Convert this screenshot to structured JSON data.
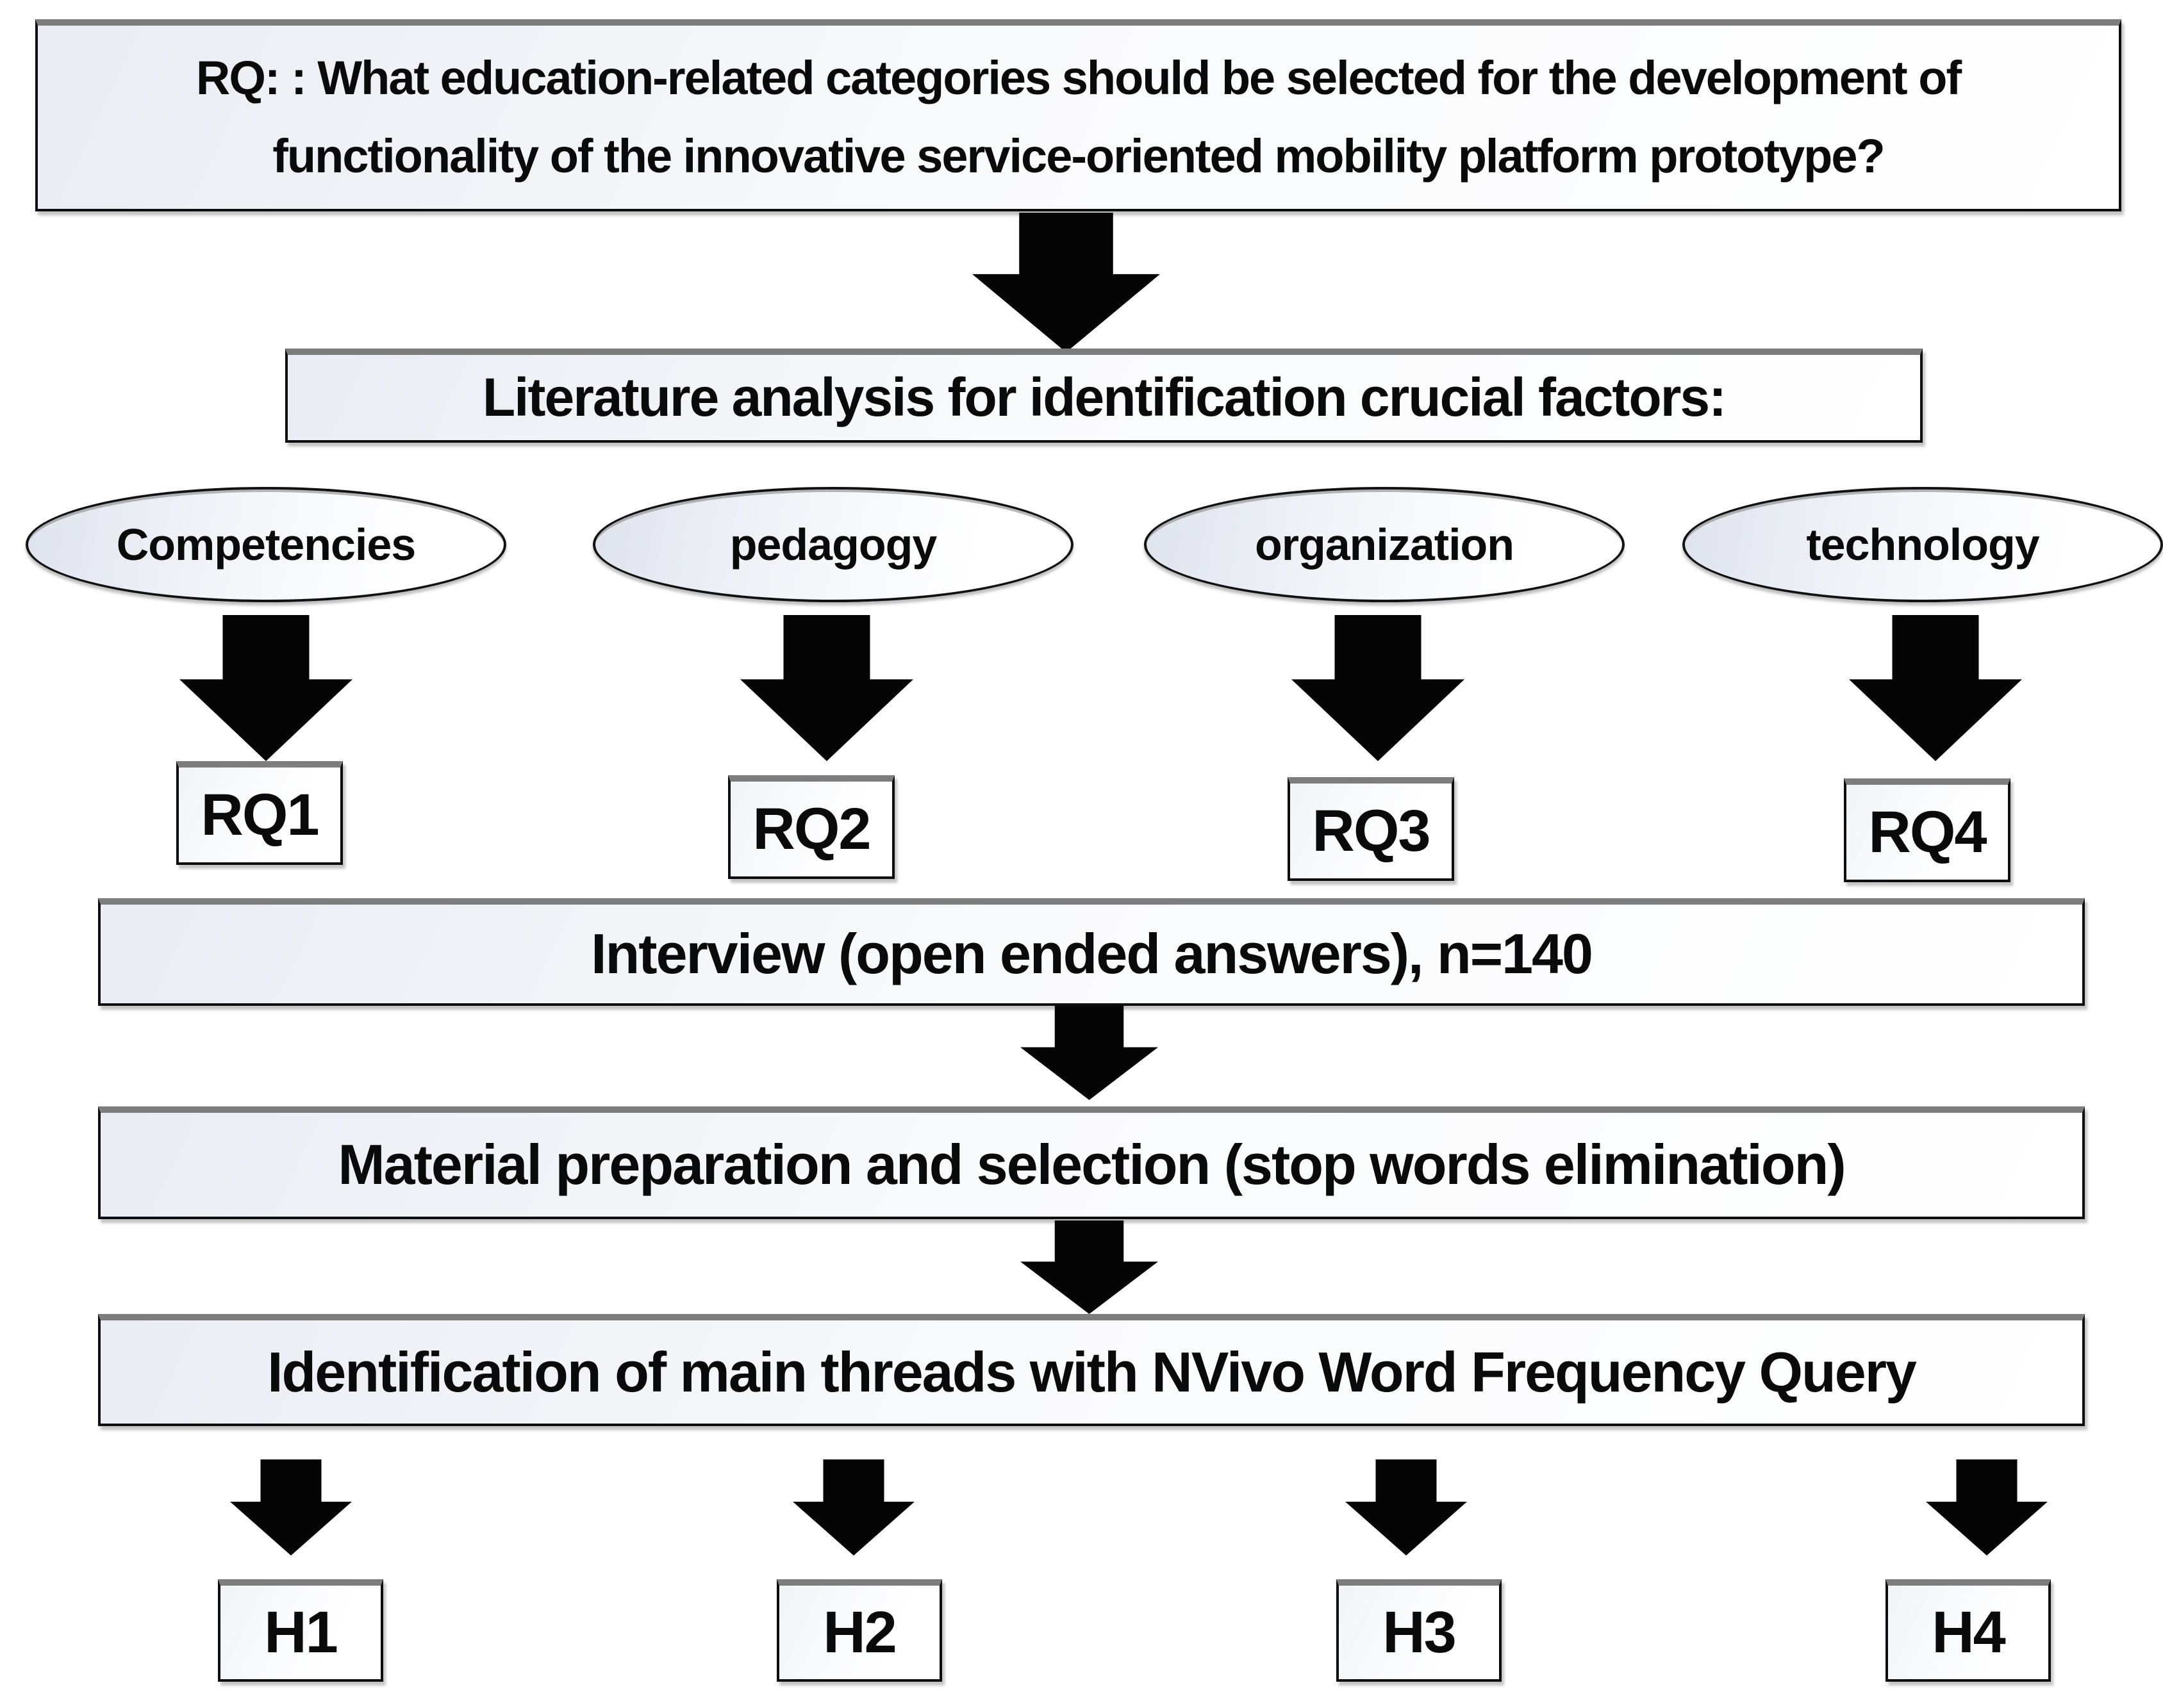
{
  "diagram": {
    "research_question": "RQ: : What education-related categories should be selected for the development of functionality of the innovative service-oriented mobility platform prototype?",
    "literature_analysis": "Literature analysis for identification crucial factors:",
    "factors": [
      "Competencies",
      "pedagogy",
      "organization",
      "technology"
    ],
    "rq_labels": [
      "RQ1",
      "RQ2",
      "RQ3",
      "RQ4"
    ],
    "steps": {
      "interview": "Interview (open ended answers), n=140",
      "material": "Material preparation and selection (stop words elimination)",
      "identification": "Identification of main threads with NVivo Word Frequency Query"
    },
    "h_labels": [
      "H1",
      "H2",
      "H3",
      "H4"
    ],
    "colors": {
      "border": "#0d0d0d",
      "top_edge": "#7d7d7d",
      "fill_light": "#e9ecf3",
      "arrow": "#050505",
      "background": "#ffffff"
    }
  }
}
